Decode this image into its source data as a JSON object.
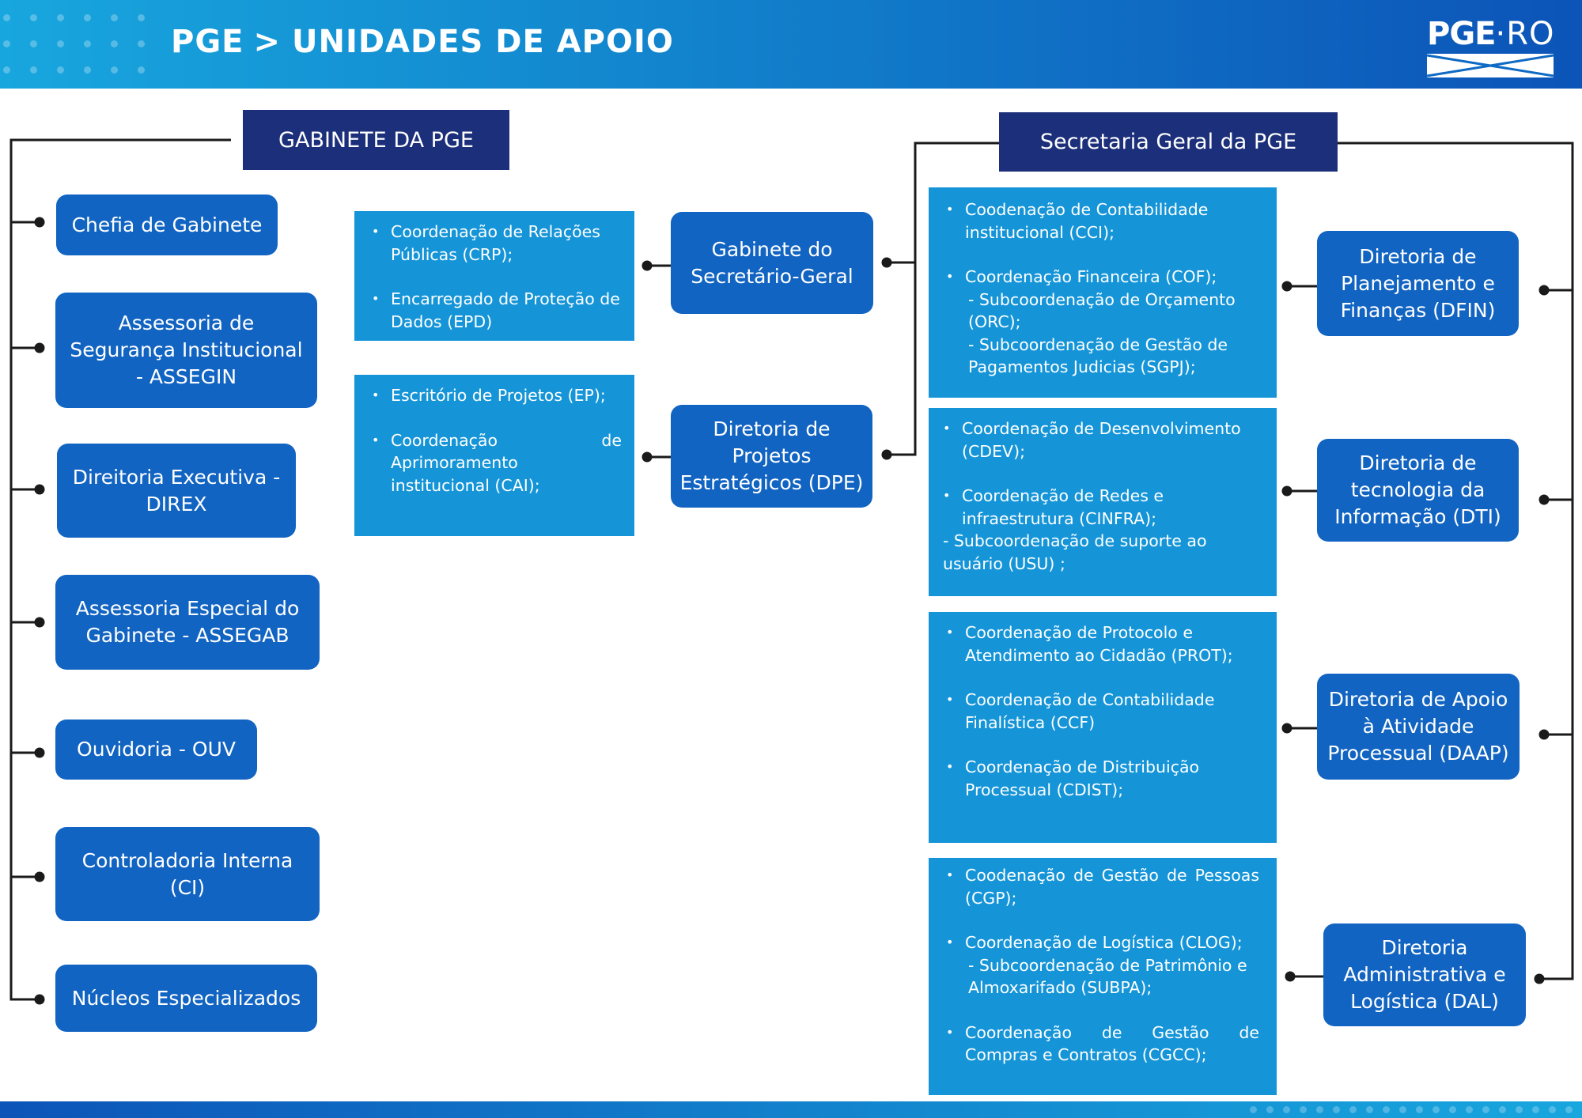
{
  "header": {
    "title_prefix": "PGE",
    "title_separator": ">",
    "title_main": "UNIDADES DE APOIO",
    "logo_text": "PGE",
    "logo_dot": "·",
    "logo_suffix": "RO"
  },
  "gabinete": {
    "title": "GABINETE DA PGE",
    "units": [
      {
        "label": "Chefia de Gabinete"
      },
      {
        "label": "Assessoria de Segurança Institucional - ASSEGIN"
      },
      {
        "label": "Direitoria Executiva - DIREX"
      },
      {
        "label": "Assessoria Especial do Gabinete - ASSEGAB"
      },
      {
        "label": "Ouvidoria - OUV"
      },
      {
        "label": "Controladoria Interna (CI)"
      },
      {
        "label": "Núcleos Especializados"
      }
    ]
  },
  "secretaria": {
    "title": "Secretaria Geral da PGE",
    "gabinete_sg": {
      "label": "Gabinete do Secretário-Geral",
      "items": [
        "Coordenação de Relações Públicas (CRP);",
        "Encarregado de Proteção de Dados (EPD)"
      ]
    },
    "dpe": {
      "label": "Diretoria de Projetos Estratégicos (DPE)",
      "items": [
        "Escritório de Projetos (EP);",
        "Coordenação de Aprimoramento institucional (CAI);"
      ]
    },
    "dfin": {
      "label": "Diretoria de Planejamento e Finanças (DFIN)",
      "item1": "Coodenação de Contabilidade institucional (CCI);",
      "item2": "Coordenação Financeira (COF);",
      "sub1": "- Subcoordenação de Orçamento (ORC);",
      "sub2": "- Subcoordenação de Gestão de Pagamentos Judicias (SGPJ);"
    },
    "dti": {
      "label": "Diretoria de tecnologia da Informação (DTI)",
      "item1": "Coordenação de Desenvolvimento (CDEV);",
      "item2": "Coordenação de Redes e infraestrutura (CINFRA);",
      "sub1": "- Subcoordenação de suporte ao usuário (USU) ;"
    },
    "daap": {
      "label": "Diretoria de Apoio à Atividade Processual (DAAP)",
      "items": [
        "Coordenação de Protocolo e Atendimento ao Cidadão (PROT);",
        "Coordenação de Contabilidade Finalística (CCF)",
        "Coordenação de Distribuição Processual (CDIST);"
      ]
    },
    "dal": {
      "label": "Diretoria Administrativa e Logística (DAL)",
      "item1": "Coodenação de Gestão de Pessoas (CGP);",
      "item2": "Coordenação de Logística (CLOG);",
      "sub1": "- Subcoordenação de Patrimônio e Almoxarifado (SUBPA);",
      "item3": "Coordenação de Gestão de Compras e Contratos (CGCC);"
    }
  },
  "colors": {
    "header_start": "#18a6de",
    "header_end": "#0c54b8",
    "title_box": "#1c2f7a",
    "unit_box": "#1264c2",
    "list_box": "#1595d8",
    "connector": "#1a1a1a"
  }
}
